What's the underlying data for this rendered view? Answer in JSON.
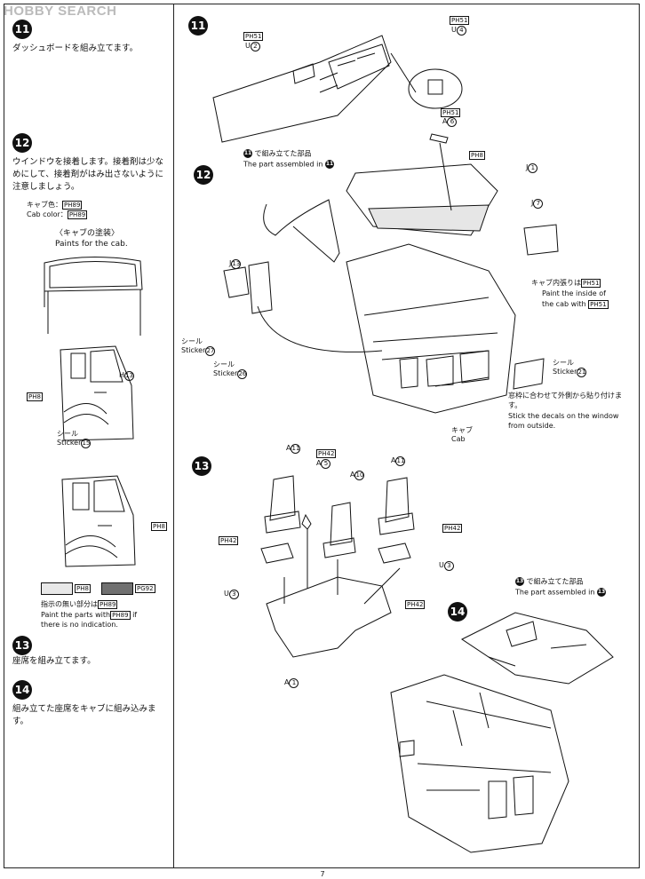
{
  "watermark": {
    "brand": "HOBBY SEARCH"
  },
  "left": {
    "s11": {
      "num": "11",
      "text": "ダッシュボードを組み立てます。"
    },
    "s12": {
      "num": "12",
      "text": "ウインドウを接着します。接着剤は少なめにして、接着剤がはみ出さないように注意しましょう。",
      "cab_color_jp": "キャブ色：",
      "cab_color_en": "Cab color：",
      "cab_color_code": "89",
      "paints_jp": "〈キャブの塗装〉",
      "paints_en": "Paints for the cab.",
      "h13": "H",
      "h13n": "13",
      "ph8a": "8",
      "ph8b": "8",
      "sticker_jp": "シール",
      "sticker_en": "Sticker",
      "sticker_no": "15",
      "swatch1": "8",
      "swatch2": "92",
      "note_jp": "指示の無い部分は",
      "note_code": "89",
      "note_en": "Paint the parts with",
      "note_en2": "if",
      "note_en3": "there is no indication."
    },
    "s13": {
      "num": "13",
      "text": "座席を組み立てます。"
    },
    "s14": {
      "num": "14",
      "text": "組み立てた座席をキャブに組み込みます。"
    }
  },
  "right": {
    "s11": {
      "num": "11",
      "u2": "U",
      "u2n": "2",
      "ph51a": "51",
      "u4": "U",
      "u4n": "4",
      "ph51b": "51"
    },
    "s12": {
      "num": "12",
      "assembled_jp": "で組み立てた部品",
      "assembled_en": "The part assembled in",
      "ref": "11",
      "a6": "A",
      "a6n": "6",
      "ph51": "51",
      "ph8": "8",
      "j1": "J",
      "j1n": "1",
      "j7": "J",
      "j7n": "7",
      "j13": "J",
      "j13n": "13",
      "inside_jp": "キャブ内張りは",
      "inside_code": "51",
      "inside_en": "Paint the inside of",
      "inside_en2": "the cab with",
      "st27_jp": "シール",
      "st27_en": "Sticker",
      "st27": "27",
      "st26_jp": "シール",
      "st26_en": "Sticker",
      "st26": "26",
      "st21_jp": "シール",
      "st21_en": "Sticker",
      "st21": "21",
      "decal_jp": "窓枠に合わせて外側から貼り付けます。",
      "decal_en": "Stick the decals on the window from outside.",
      "cab_jp": "キャブ",
      "cab_en": "Cab"
    },
    "s13": {
      "num": "13",
      "a11a": "A",
      "a11an": "11",
      "ph42": "42",
      "a5": "A",
      "a5n": "5",
      "a10": "A",
      "a10n": "10",
      "a11b": "A",
      "a11bn": "11",
      "ph42a": "42",
      "ph42b": "42",
      "ph42c": "42",
      "u3a": "U",
      "u3an": "3",
      "u3b": "U",
      "u3bn": "3",
      "a1": "A",
      "a1n": "1"
    },
    "s14": {
      "num": "14",
      "assembled_jp": "で組み立てた部品",
      "assembled_en": "The part assembled in",
      "ref": "13"
    }
  },
  "page_number": "7",
  "colors": {
    "line": "#111111",
    "swatch_light": "#e8e8e8",
    "swatch_dark": "#707070"
  }
}
